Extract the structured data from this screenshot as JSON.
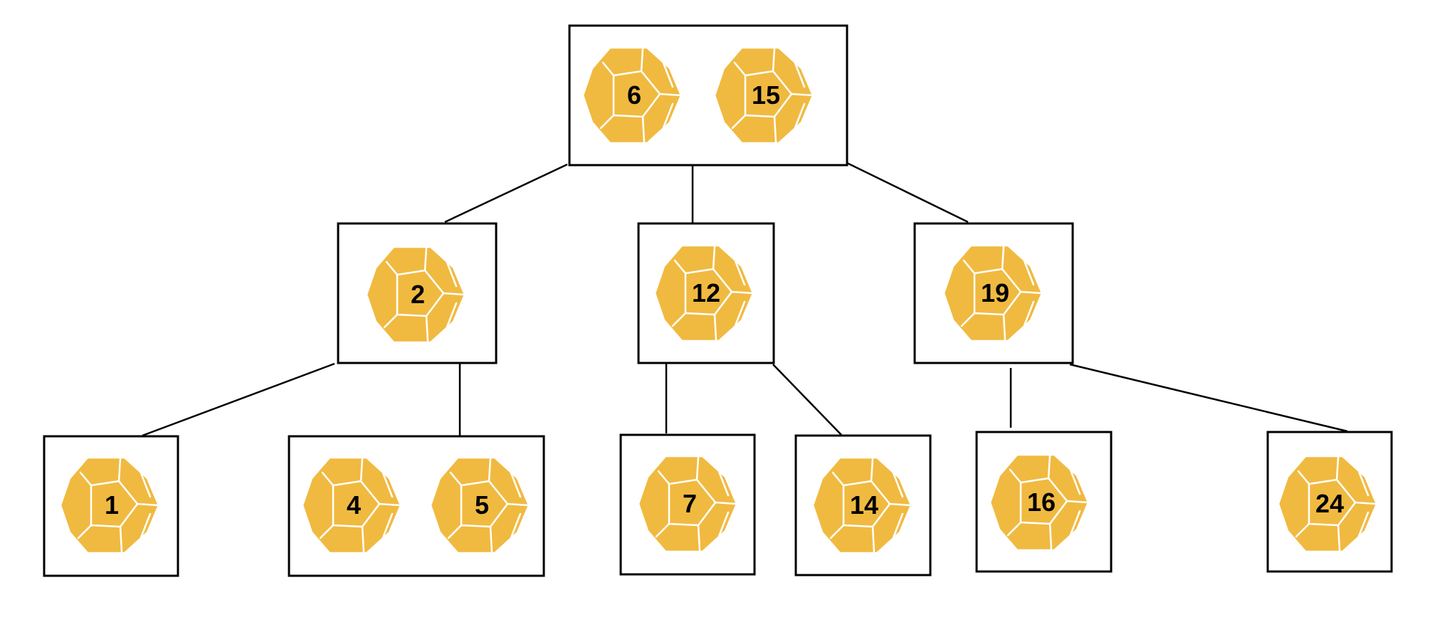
{
  "diagram": {
    "colors": {
      "die": "#F0BA41",
      "die_edge": "#FFFFFF",
      "box": "#000000",
      "background": "#FFFFFF"
    },
    "icon": "dodecahedron-icon",
    "nodes": [
      {
        "id": "root",
        "keys": [
          "6",
          "15"
        ]
      },
      {
        "id": "n2",
        "keys": [
          "2"
        ]
      },
      {
        "id": "n12",
        "keys": [
          "12"
        ]
      },
      {
        "id": "n19",
        "keys": [
          "19"
        ]
      },
      {
        "id": "n1",
        "keys": [
          "1"
        ]
      },
      {
        "id": "n45",
        "keys": [
          "4",
          "5"
        ]
      },
      {
        "id": "n7",
        "keys": [
          "7"
        ]
      },
      {
        "id": "n14",
        "keys": [
          "14"
        ]
      },
      {
        "id": "n16",
        "keys": [
          "16"
        ]
      },
      {
        "id": "n24",
        "keys": [
          "24"
        ]
      }
    ],
    "edges": [
      [
        "root",
        "n2"
      ],
      [
        "root",
        "n12"
      ],
      [
        "root",
        "n19"
      ],
      [
        "n2",
        "n1"
      ],
      [
        "n2",
        "n45"
      ],
      [
        "n12",
        "n7"
      ],
      [
        "n12",
        "n14"
      ],
      [
        "n19",
        "n16"
      ],
      [
        "n19",
        "n24"
      ]
    ]
  }
}
